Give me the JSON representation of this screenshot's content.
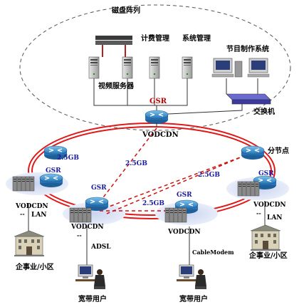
{
  "labels": {
    "disk_array": "磁盘阵列",
    "billing": "计费管理",
    "system_mgmt": "系统管理",
    "program_production": "节目制作系统",
    "video_server": "视频服务器",
    "switch": "交换机",
    "gsr_top": "GSR",
    "vodcdn_top": "VODCDN",
    "branch_point": "分节点",
    "link_25gb_1": "2.5GB",
    "link_25gb_2": "2.5GB",
    "link_25gb_3": "2.5GB",
    "link_25gb_4": "2.5GB",
    "gsr_left": "GSR",
    "gsr_mid_left": "GSR",
    "gsr_mid_right": "GSR",
    "gsr_right": "GSR",
    "vodcdn_left": "VODCDN",
    "vodcdn_mid_left": "VODCDN",
    "vodcdn_mid_right": "VODCDN",
    "vodcdn_right": "VODCDN",
    "lan_left": "LAN",
    "lan_right": "LAN",
    "adsl": "ADSL",
    "cable_modem": "CableModem",
    "enterprise_left": "企事业/小区",
    "enterprise_right": "企事业/小区",
    "broadband_user_left": "宽带用户",
    "broadband_user_right": "宽带用户"
  },
  "colors": {
    "ring": "#e01818",
    "router": "#2f7fc0",
    "dashed_link": "#d01010",
    "label_blue": "#1a1aa0"
  }
}
